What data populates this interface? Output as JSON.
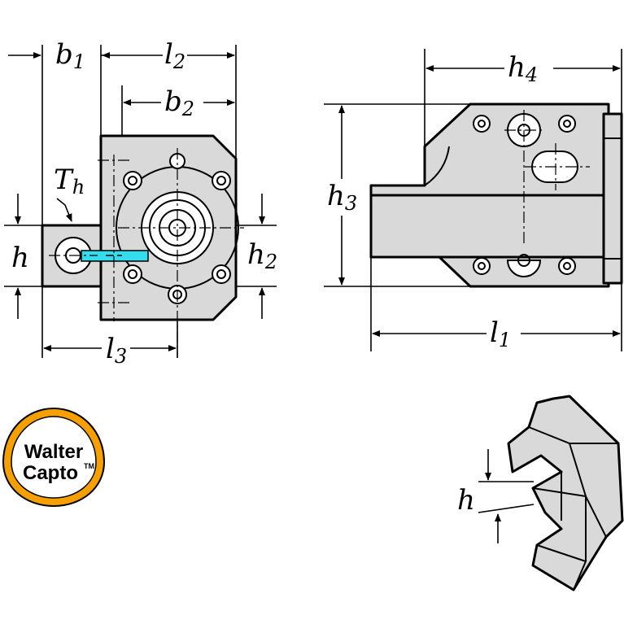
{
  "labels": {
    "b1": {
      "main": "b",
      "sub": "1"
    },
    "l2": {
      "main": "l",
      "sub": "2"
    },
    "b2": {
      "main": "b",
      "sub": "2"
    },
    "Th": {
      "main": "T",
      "sub": "h"
    },
    "h_left": {
      "main": "h"
    },
    "h2": {
      "main": "h",
      "sub": "2"
    },
    "l3": {
      "main": "l",
      "sub": "3"
    },
    "h4": {
      "main": "h",
      "sub": "4"
    },
    "h3": {
      "main": "h",
      "sub": "3"
    },
    "l1": {
      "main": "l",
      "sub": "1"
    },
    "h_detail": {
      "main": "h"
    }
  },
  "logo": {
    "line1": "Walter",
    "line2": "Capto",
    "tm": "TM",
    "ring_color": "#f5a000"
  },
  "colors": {
    "part_fill": "#d9d9d9",
    "coolant_channel": "#33ddee"
  }
}
